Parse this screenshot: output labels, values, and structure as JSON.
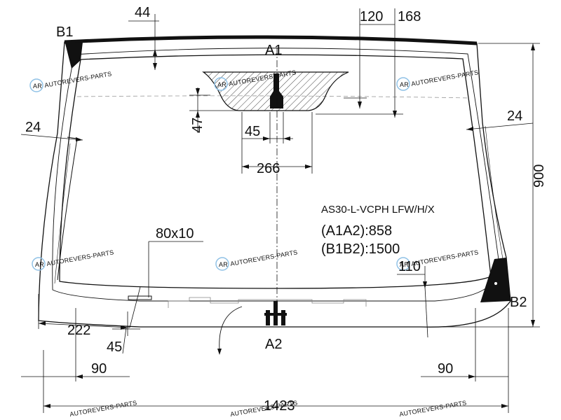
{
  "drawing": {
    "model": "AS30-L-VCPH LFW/H/X",
    "formulas": [
      "(A1A2):858",
      "(B1B2):1500"
    ],
    "points": {
      "a1": "A1",
      "a2": "A2",
      "b1": "B1",
      "b2": "B2"
    },
    "dimensions": {
      "top_margin": "44",
      "sensor_top": "120",
      "sensor_wide": "168",
      "sensor_height": "47",
      "sensor_notch": "45",
      "sensor_base": "266",
      "left_side": "24",
      "right_side": "24",
      "height": "900",
      "width": "1423",
      "heating_strip": "80x10",
      "bottom_left_offset": "222",
      "bottom_left_small": "45",
      "left_corner": "90",
      "right_corner": "90",
      "right_bottom": "110"
    }
  },
  "watermark": {
    "text": "AUTOREVERS-PARTS",
    "logo": "AR"
  },
  "colors": {
    "outline": "#111111",
    "watermark": "#8fc1e6"
  }
}
